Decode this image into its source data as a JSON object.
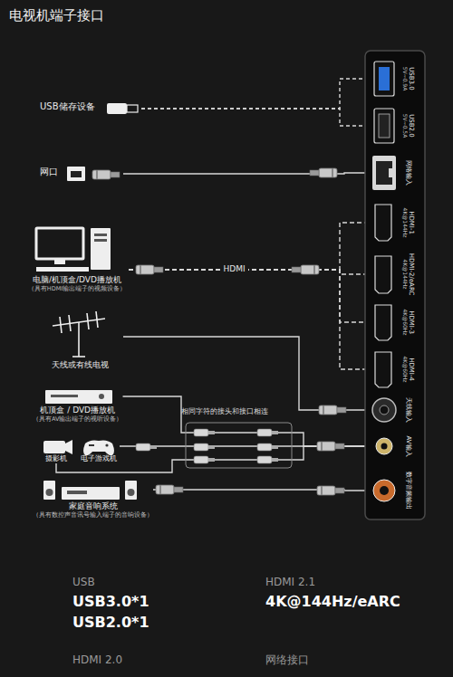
{
  "diagram": {
    "title": "电视机端子接口",
    "nodes": [
      {
        "text": [
          "USB储存设备"
        ]
      },
      {
        "text": [
          "网口"
        ]
      },
      {
        "text": [
          "电脑/机顶盒/DVD播放机",
          "（具有HDMI输出端子的视频设备）"
        ]
      },
      {
        "text": [
          "天线或有线电视"
        ]
      },
      {
        "text": [
          "机顶盒 / DVD播放机",
          "（具有AV输出端子的视听设备）"
        ]
      },
      {
        "text": [
          "摄影机"
        ]
      },
      {
        "text": [
          "电子游戏机"
        ]
      },
      {
        "text": [
          "家庭音响系统",
          "（具有数控声音讯号输入端子的音响设备）"
        ]
      },
      {
        "text": [
          "USB3.0",
          "5V⎓0.9A"
        ]
      },
      {
        "text": [
          "USB2.0",
          "5V⎓0.5A"
        ]
      },
      {
        "text": [
          "网络输入"
        ]
      },
      {
        "text": [
          "HDMI-1",
          "4K@144Hz"
        ]
      },
      {
        "text": [
          "HDMI-2/eARC",
          "4K@144Hz"
        ]
      },
      {
        "text": [
          "HDMI-3",
          "4K@60Hz"
        ]
      },
      {
        "text": [
          "HDMI-4",
          "4K@60Hz"
        ]
      },
      {
        "text": [
          "天线输入"
        ]
      },
      {
        "text": [
          "AV输入"
        ]
      },
      {
        "text": [
          "数字音频输出"
        ]
      }
    ],
    "edges": [
      {
        "from": 0,
        "to": 8,
        "arrow": "none"
      },
      {
        "from": 0,
        "to": 9,
        "arrow": "none"
      },
      {
        "from": 1,
        "to": 10,
        "arrow": "none"
      },
      {
        "from": 2,
        "to": 11,
        "label": "HDMI",
        "arrow": "none"
      },
      {
        "from": 2,
        "to": 12,
        "arrow": "none"
      },
      {
        "from": 2,
        "to": 13,
        "arrow": "none"
      },
      {
        "from": 2,
        "to": 14,
        "arrow": "none"
      },
      {
        "from": 3,
        "to": 15,
        "arrow": "none"
      },
      {
        "from": 4,
        "to": 16,
        "arrow": "none"
      },
      {
        "from": 5,
        "to": 16,
        "arrow": "none"
      },
      {
        "from": 6,
        "to": 16,
        "arrow": "none"
      },
      {
        "from": 7,
        "to": 17,
        "arrow": "none"
      }
    ],
    "labels": [
      "相同字符的接头和接口相连",
      "USB",
      "USB3.0*1",
      "USB2.0*1",
      "HDMI 2.1",
      "4K@144Hz/eARC",
      "HDMI 2.0",
      "网络接口"
    ]
  }
}
